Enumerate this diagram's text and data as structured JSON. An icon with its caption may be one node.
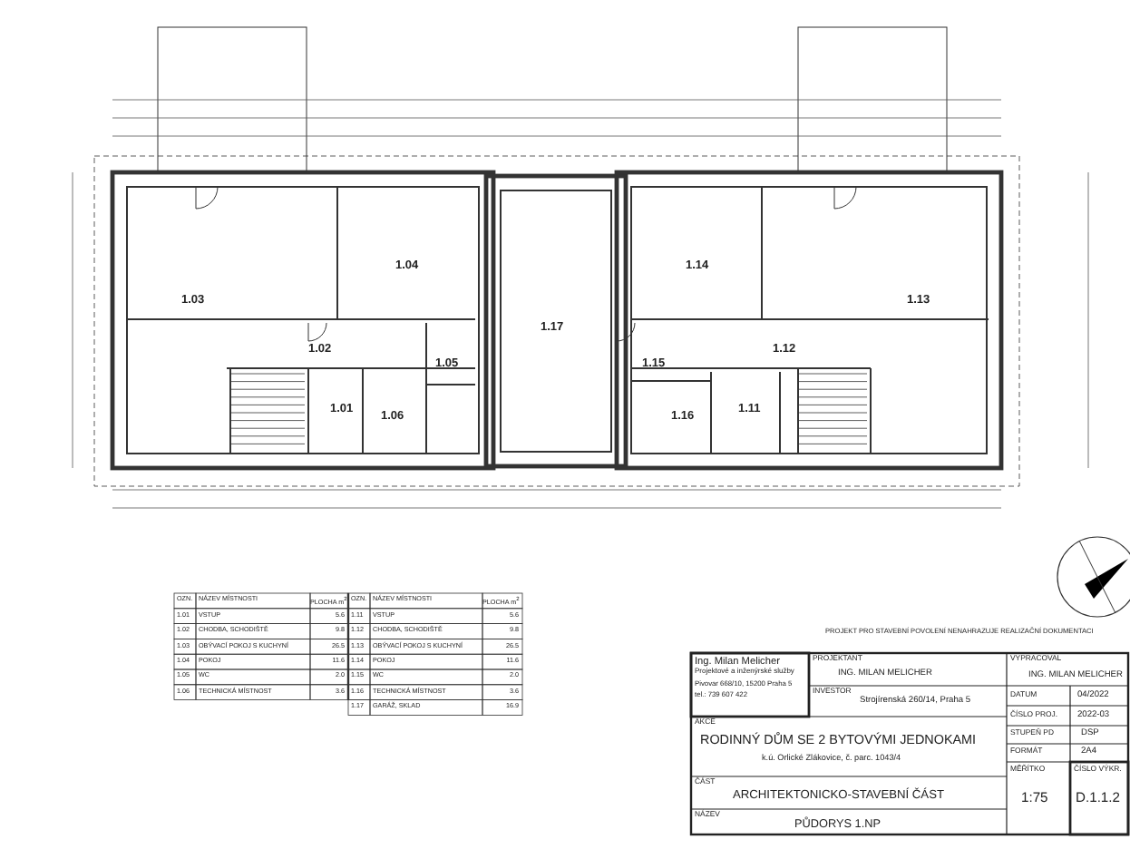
{
  "diagram": {
    "nodes": [
      {
        "text": [
          "1.03"
        ]
      },
      {
        "text": [
          "1.04"
        ]
      },
      {
        "text": [
          "1.17"
        ]
      },
      {
        "text": [
          "1.14"
        ]
      },
      {
        "text": [
          "1.13"
        ]
      },
      {
        "text": [
          "1.02"
        ]
      },
      {
        "text": [
          "1.05"
        ]
      },
      {
        "text": [
          "1.15"
        ]
      },
      {
        "text": [
          "1.12"
        ]
      },
      {
        "text": [
          "1.01"
        ]
      },
      {
        "text": [
          "1.06"
        ]
      },
      {
        "text": [
          "1.16"
        ]
      },
      {
        "text": [
          "1.11"
        ]
      }
    ],
    "labels": [
      "OZN.",
      "NÁZEV MÍSTNOSTI",
      "PLOCHA m$^{2}$",
      "OZN.",
      "NÁZEV MÍSTNOSTI",
      "PLOCHA m$^{2}$",
      "1.01",
      "VSTUP",
      "5.6",
      "1.11",
      "VSTUP",
      "5.6",
      "1.02",
      "CHODBA, SCHODIŠTĚ",
      "9.8",
      "1.12",
      "CHODBA, SCHODIŠTĚ",
      "9.8",
      "1.03",
      "OBÝVACÍ POKOJ S KUCHYNÍ",
      "26.5",
      "1.13",
      "OBÝVACÍ POKOJ S KUCHYNÍ",
      "26.5",
      "1.04",
      "POKOJ",
      "11.6",
      "1.14",
      "POKOJ",
      "11.6",
      "1.05",
      "WC",
      "2.0",
      "1.15",
      "WC",
      "2.0",
      "1.06",
      "TECHNICKÁ MÍSTNOST",
      "3.6",
      "1.16",
      "TECHNICKÁ MÍSTNOST",
      "3.6",
      "1.17",
      "GARÁŽ, SKLAD",
      "16.9",
      "Ing. Milan Melicher",
      "Projektové a inženýrské služby",
      "Pivovar 668/10, 15200 Praha 5",
      "tel.: 739 607 422",
      "PROJEKTANT",
      "ING. MILAN MELICHER",
      "INVESTOR",
      "Strojírenská 260/14, Praha 5",
      "VYPRACOVAL",
      "ING. MILAN MELICHER",
      "DATUM",
      "04/2022",
      "ČÍSLO PROJ.",
      "2022-03",
      "STUPEŇ PD",
      "DSP",
      "FORMÁT",
      "2A4",
      "AKCE",
      "RODINNÝ DŮM SE 2 BYTOVÝMI JEDNOKAMI",
      "k.ú. Orlické Zlákovice, č. parc. 1043/4",
      "MĚŘÍTKO",
      "1:75",
      "ČÍSLO VÝKR.",
      "D.1.1.2",
      "ČÁST",
      "ARCHITEKTONICKO-STAVEBNÍ ČÁST",
      "NÁZEV",
      "PŮDORYS 1.NP",
      "PROJEKT PRO STAVEBNÍ POVOLENÍ NENAHRAZUJE REALIZAČNÍ DOKUMENTACI"
    ]
  }
}
